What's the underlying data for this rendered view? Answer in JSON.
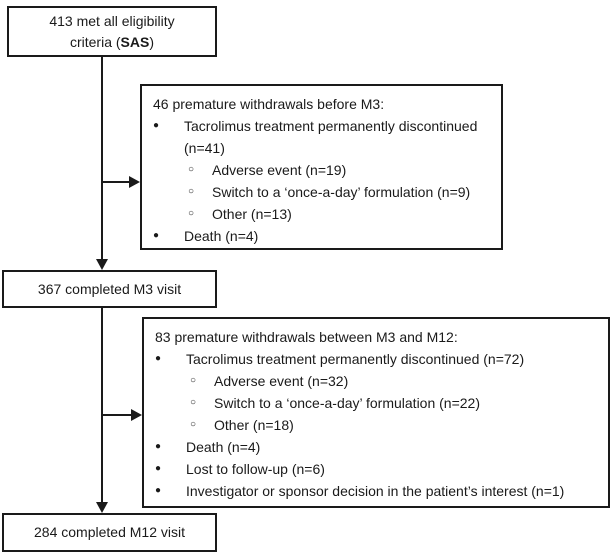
{
  "glyphs": {
    "bullet_filled": "●",
    "bullet_open": "○"
  },
  "colors": {
    "ink": "#1a1a1a",
    "background": "#ffffff"
  },
  "boxes": {
    "eligibility": {
      "line1": "413 met all eligibility",
      "line2_pre": "criteria (",
      "line2_bold": "SAS",
      "line2_post": ")"
    },
    "withdrawals_m3": {
      "header": "46 premature withdrawals before M3:",
      "items": [
        {
          "level": 1,
          "text": "Tacrolimus treatment permanently discontinued (n=41)"
        },
        {
          "level": 2,
          "text": "Adverse event (n=19)"
        },
        {
          "level": 2,
          "text": "Switch to a ‘once-a-day’ formulation (n=9)"
        },
        {
          "level": 2,
          "text": "Other (n=13)"
        },
        {
          "level": 1,
          "text": "Death (n=4)"
        }
      ]
    },
    "m3_visit": {
      "label": "367 completed M3 visit"
    },
    "withdrawals_m12": {
      "header": "83 premature withdrawals between M3 and M12:",
      "items": [
        {
          "level": 1,
          "text": "Tacrolimus treatment permanently discontinued (n=72)"
        },
        {
          "level": 2,
          "text": "Adverse event (n=32)"
        },
        {
          "level": 2,
          "text": "Switch to a ‘once-a-day’ formulation (n=22)"
        },
        {
          "level": 2,
          "text": "Other (n=18)"
        },
        {
          "level": 1,
          "text": "Death (n=4)"
        },
        {
          "level": 1,
          "text": "Lost to follow-up (n=6)"
        },
        {
          "level": 1,
          "text": "Investigator or sponsor decision in the patient’s interest (n=1)"
        }
      ]
    },
    "m12_visit": {
      "label": "284 completed M12 visit"
    }
  }
}
